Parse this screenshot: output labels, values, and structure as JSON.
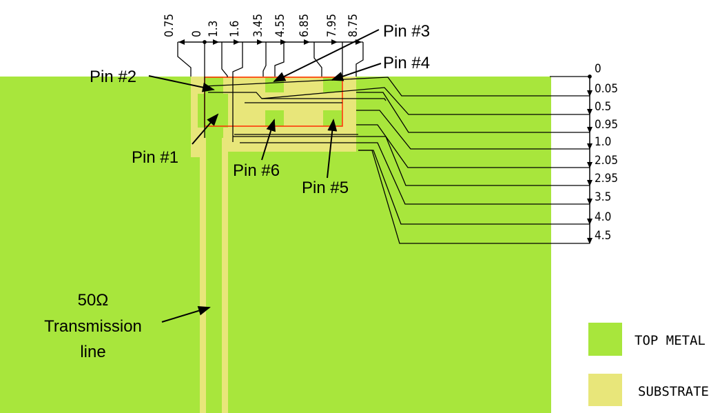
{
  "colors": {
    "top_metal": "#a8e63c",
    "substrate": "#e8e67a",
    "outline": "#ff2a00",
    "ink": "#000000",
    "background": "#ffffff"
  },
  "horizontal_dimensions": {
    "unit": "mm",
    "labels": [
      "0.75",
      "0",
      "1.3",
      "1.6",
      "3.45",
      "4.55",
      "6.85",
      "7.95",
      "8.75"
    ]
  },
  "vertical_dimensions": {
    "unit": "mm",
    "labels": [
      "0",
      "0.05",
      "0.5",
      "0.95",
      "1.0",
      "2.05",
      "2.95",
      "3.5",
      "4.0",
      "4.5"
    ]
  },
  "pins": [
    {
      "id": "pin1",
      "label": "Pin #1"
    },
    {
      "id": "pin2",
      "label": "Pin #2"
    },
    {
      "id": "pin3",
      "label": "Pin #3"
    },
    {
      "id": "pin4",
      "label": "Pin #4"
    },
    {
      "id": "pin5",
      "label": "Pin #5"
    },
    {
      "id": "pin6",
      "label": "Pin #6"
    }
  ],
  "transmission_line": {
    "lines": [
      "50Ω",
      "Transmission",
      "line"
    ]
  },
  "legend": [
    {
      "name": "top-metal",
      "label": "TOP METAL",
      "color": "#a8e63c"
    },
    {
      "name": "substrate",
      "label": "SUBSTRATE",
      "color": "#e8e67a"
    }
  ]
}
